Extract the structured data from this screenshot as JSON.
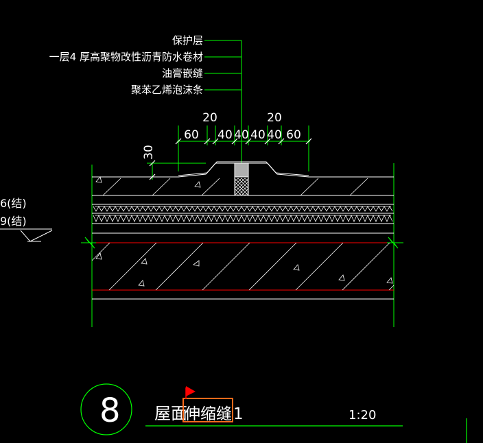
{
  "drawing": {
    "background": "#000000",
    "colors": {
      "line_white": "#ffffff",
      "line_green": "#00ff00",
      "line_red": "#ff0000",
      "highlight_orange": "#ff6a1a",
      "text": "#ffffff"
    },
    "callouts": [
      "保护层",
      "一层4 厚高聚物改性沥青防水卷材",
      "油膏嵌缝",
      "聚苯乙烯泡沫条"
    ],
    "dimensions": {
      "top_left": "20",
      "top_right": "20",
      "segments": [
        "60",
        "40",
        "40",
        "40",
        "40",
        "60"
      ],
      "height": "30"
    },
    "level_marks": [
      "6(结)",
      "9(结)"
    ],
    "detail": {
      "number": "8",
      "title_prefix": "屋面",
      "title_highlight": "伸缩缝",
      "title_suffix": "1",
      "scale": "1:20"
    }
  }
}
